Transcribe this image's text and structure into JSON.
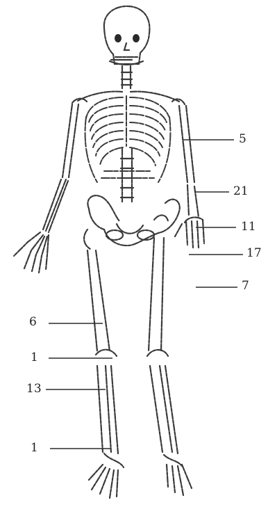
{
  "figure": {
    "subject": "skeleton-front",
    "line_color": "#2b2b2b",
    "labels": [
      {
        "id": "label-5",
        "text": "5"
      },
      {
        "id": "label-21",
        "text": "21"
      },
      {
        "id": "label-11",
        "text": "11"
      },
      {
        "id": "label-17",
        "text": "17"
      },
      {
        "id": "label-7",
        "text": "7"
      },
      {
        "id": "label-6",
        "text": "6"
      },
      {
        "id": "label-1a",
        "text": "1"
      },
      {
        "id": "label-13",
        "text": "13"
      },
      {
        "id": "label-1b",
        "text": "1"
      }
    ]
  }
}
